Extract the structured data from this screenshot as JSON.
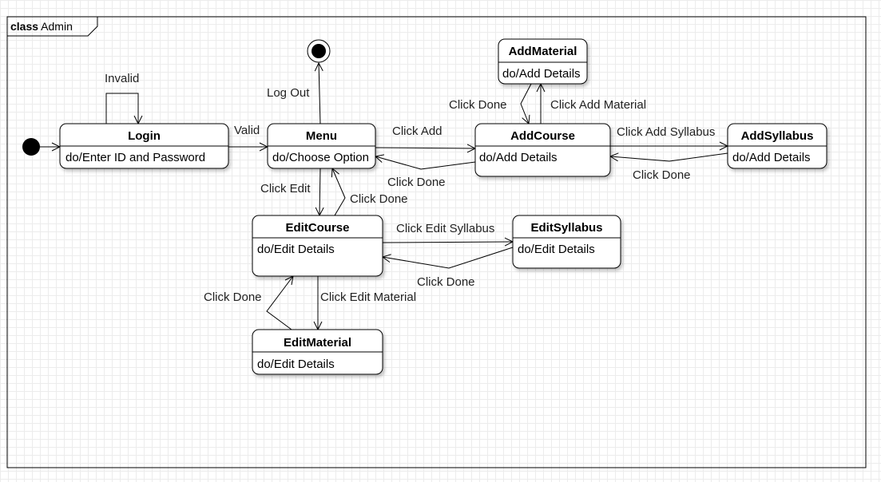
{
  "frame": {
    "keyword": "class",
    "name": "Admin"
  },
  "states": {
    "login": {
      "name": "Login",
      "activity": "do/Enter ID and Password"
    },
    "menu": {
      "name": "Menu",
      "activity": "do/Choose Option"
    },
    "add_course": {
      "name": "AddCourse",
      "activity": "do/Add Details"
    },
    "add_material": {
      "name": "AddMaterial",
      "activity": "do/Add Details"
    },
    "add_syllabus": {
      "name": "AddSyllabus",
      "activity": "do/Add Details"
    },
    "edit_course": {
      "name": "EditCourse",
      "activity": "do/Edit Details"
    },
    "edit_syllabus": {
      "name": "EditSyllabus",
      "activity": "do/Edit Details"
    },
    "edit_material": {
      "name": "EditMaterial",
      "activity": "do/Edit Details"
    }
  },
  "transitions": {
    "invalid": "Invalid",
    "valid": "Valid",
    "log_out": "Log Out",
    "click_add": "Click Add",
    "click_done_add_course": "Click Done",
    "click_done_add_material": "Click Done",
    "click_add_material": "Click Add Material",
    "click_add_syllabus": "Click Add Syllabus",
    "click_done_add_syllabus": "Click Done",
    "click_edit": "Click Edit",
    "click_done_edit_course": "Click Done",
    "click_edit_syllabus": "Click Edit Syllabus",
    "click_done_edit_syllabus": "Click Done",
    "click_done_edit_material": "Click Done",
    "click_edit_material": "Click Edit Material"
  }
}
